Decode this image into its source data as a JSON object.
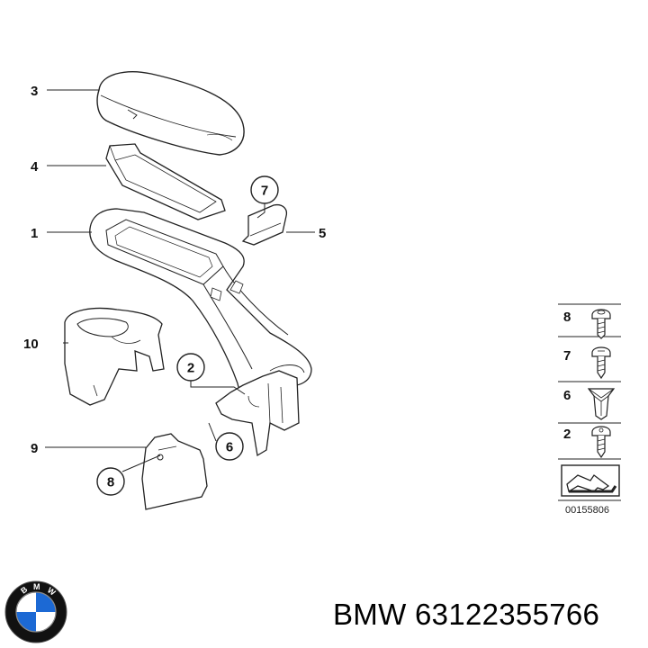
{
  "callouts": {
    "c1": "1",
    "c2": "2",
    "c3": "3",
    "c4": "4",
    "c5": "5",
    "c6": "6",
    "c7": "7",
    "c8": "8",
    "c9": "9",
    "c10": "10"
  },
  "legend": {
    "items": [
      {
        "label": "8",
        "icon": "button-head-screw-icon"
      },
      {
        "label": "7",
        "icon": "pan-head-screw-icon"
      },
      {
        "label": "6",
        "icon": "expanding-nut-icon"
      },
      {
        "label": "2",
        "icon": "torx-screw-icon"
      }
    ],
    "caption": "00155806"
  },
  "brand": {
    "text": "BMW 63122355766",
    "logo_letters": "BMW",
    "logo_colors": {
      "outer": "#111111",
      "blue": "#1c69d4",
      "white": "#ffffff"
    }
  }
}
